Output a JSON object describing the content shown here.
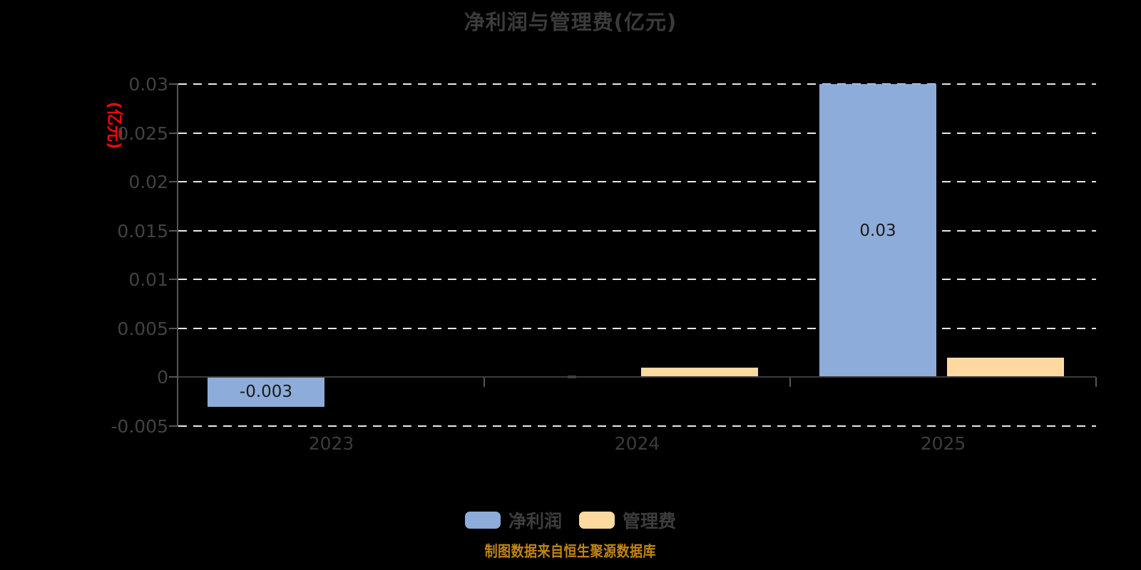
{
  "title": "净利润与管理费(亿元)",
  "chart_data": {
    "type": "bar",
    "title": "净利润与管理费(亿元)",
    "ylabel": "(亿元)",
    "xlabel": "",
    "categories": [
      "2023",
      "2024",
      "2025"
    ],
    "series": [
      {
        "name": "净利润",
        "color": "#8dacd9",
        "values": [
          -0.003,
          0,
          0.03
        ],
        "data_labels": [
          "-0.003",
          "",
          "0.03"
        ],
        "zero_tick_indexes": [
          1
        ]
      },
      {
        "name": "管理费",
        "color": "#fdd9a0",
        "values": [
          0,
          0.001,
          0.002
        ],
        "data_labels": [
          "",
          "",
          ""
        ],
        "zero_tick_indexes": []
      }
    ],
    "ylim": [
      -0.005,
      0.03
    ],
    "ytick_step": 0.005,
    "ytick_labels": [
      "0.03",
      "0.025",
      "0.02",
      "0.015",
      "0.01",
      "0.005",
      "0",
      "-0.005"
    ],
    "grid": "dashed-horizontal",
    "legend_position": "bottom"
  },
  "legend": {
    "items": [
      {
        "label": "净利润",
        "color": "#8dacd9"
      },
      {
        "label": "管理费",
        "color": "#fdd9a0"
      }
    ]
  },
  "footer": {
    "text": "制图数据来自恒生聚源数据库"
  },
  "colors": {
    "background": "#000000",
    "title_text": "#3b3b3b",
    "axis_text": "#424242",
    "axis_line": "#555555",
    "zero_line": "#3e3e3e",
    "gridline": "#e8e8e8",
    "bar_label": "#1a1a1a",
    "ylabel_text": "#f60606",
    "footer_text": "#c28514"
  }
}
